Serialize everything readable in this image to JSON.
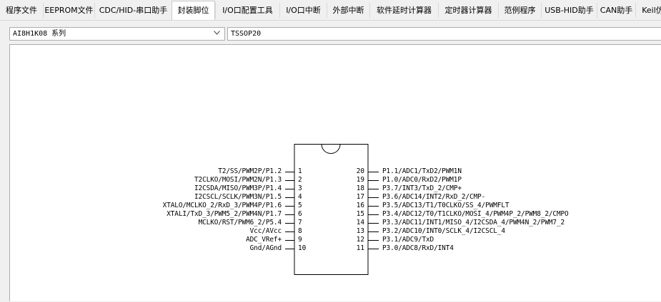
{
  "tabs": [
    {
      "label": "程序文件"
    },
    {
      "label": "EEPROM文件"
    },
    {
      "label": "CDC/HID-串口助手"
    },
    {
      "label": "封装脚位",
      "active": true
    },
    {
      "label": "I/O口配置工具"
    },
    {
      "label": "I/O口中断"
    },
    {
      "label": "外部中断"
    },
    {
      "label": "软件延时计算器"
    },
    {
      "label": "定时器计算器"
    },
    {
      "label": "范例程序"
    },
    {
      "label": "USB-HID助手"
    },
    {
      "label": "CAN助手"
    },
    {
      "label": "Keil仿"
    }
  ],
  "mcu_select": {
    "value": "AI8H1K08 系列"
  },
  "package": {
    "value": "TSSOP20"
  },
  "chip": {
    "left_pins": [
      {
        "num": "1",
        "label": "T2/SS/PWM2P/P1.2"
      },
      {
        "num": "2",
        "label": "T2CLKO/MOSI/PWM2N/P1.3"
      },
      {
        "num": "3",
        "label": "I2CSDA/MISO/PWM3P/P1.4"
      },
      {
        "num": "4",
        "label": "I2CSCL/SCLK/PWM3N/P1.5"
      },
      {
        "num": "5",
        "label": "XTALO/MCLKO_2/RxD_3/PWM4P/P1.6"
      },
      {
        "num": "6",
        "label": "XTALI/TxD_3/PWM5_2/PWM4N/P1.7"
      },
      {
        "num": "7",
        "label": "MCLKO/RST/PWM6_2/P5.4"
      },
      {
        "num": "8",
        "label": "Vcc/AVcc"
      },
      {
        "num": "9",
        "label": "ADC_VRef+"
      },
      {
        "num": "10",
        "label": "Gnd/AGnd"
      }
    ],
    "right_pins": [
      {
        "num": "20",
        "label": "P1.1/ADC1/TxD2/PWM1N"
      },
      {
        "num": "19",
        "label": "P1.0/ADC0/RxD2/PWM1P"
      },
      {
        "num": "18",
        "label": "P3.7/INT3/TxD_2/CMP+"
      },
      {
        "num": "17",
        "label": "P3.6/ADC14/INT2/RxD_2/CMP-"
      },
      {
        "num": "16",
        "label": "P3.5/ADC13/T1/T0CLKO/SS_4/PWMFLT"
      },
      {
        "num": "15",
        "label": "P3.4/ADC12/T0/T1CLKO/MOSI_4/PWM4P_2/PWM8_2/CMPO"
      },
      {
        "num": "14",
        "label": "P3.3/ADC11/INT1/MISO_4/I2CSDA_4/PWM4N_2/PWM7_2"
      },
      {
        "num": "13",
        "label": "P3.2/ADC10/INT0/SCLK_4/I2CSCL_4"
      },
      {
        "num": "12",
        "label": "P3.1/ADC9/TxD"
      },
      {
        "num": "11",
        "label": "P3.0/ADC8/RxD/INT4"
      }
    ]
  }
}
